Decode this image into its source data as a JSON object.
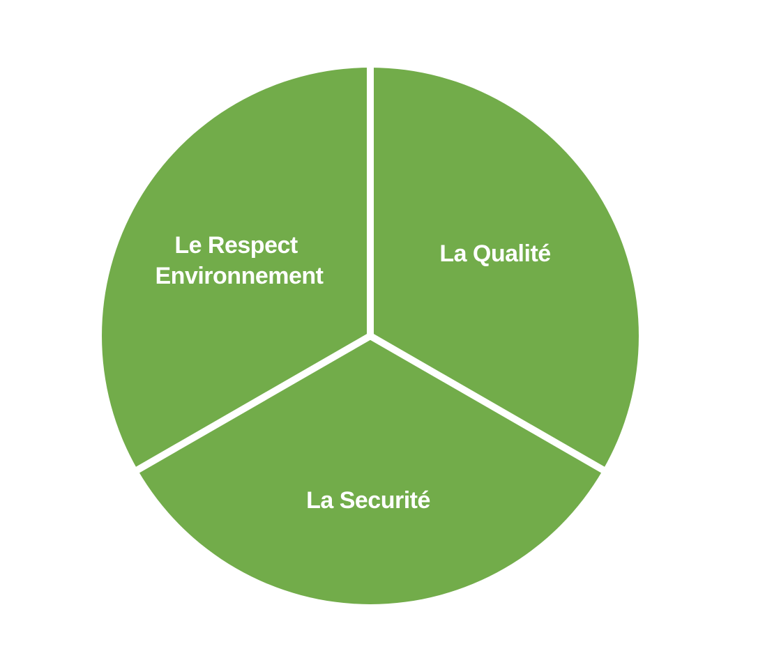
{
  "diagram": {
    "type": "segmented-circle",
    "colors": {
      "fill": "#72AC4A",
      "separator": "#FFFFFF",
      "label": "#FFFFFF"
    },
    "segments": [
      {
        "id": "qualite",
        "lines": [
          "La Qualité"
        ]
      },
      {
        "id": "securite",
        "lines": [
          "La Securité"
        ]
      },
      {
        "id": "respect",
        "lines": [
          "Le Respect",
          "Environnement"
        ]
      }
    ]
  }
}
